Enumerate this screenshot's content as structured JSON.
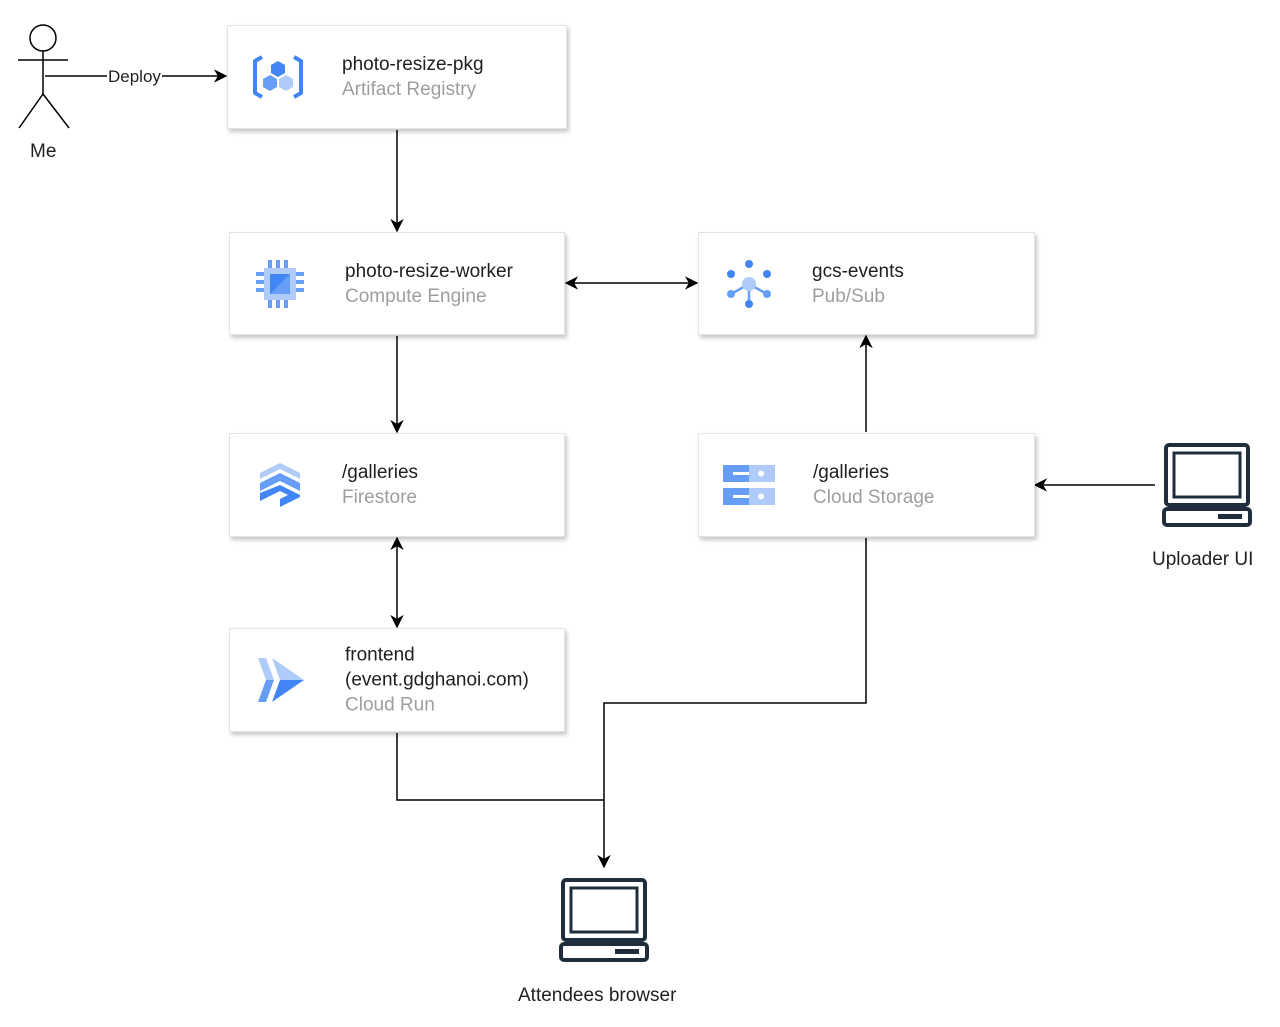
{
  "nodes": {
    "artifact": {
      "name": "photo-resize-pkg",
      "service": "Artifact Registry",
      "icon": "artifact-registry-icon"
    },
    "compute": {
      "name": "photo-resize-worker",
      "service": "Compute Engine",
      "icon": "compute-engine-icon"
    },
    "pubsub": {
      "name": "gcs-events",
      "service": "Pub/Sub",
      "icon": "pubsub-icon"
    },
    "firestore": {
      "name": "/galleries",
      "service": "Firestore",
      "icon": "firestore-icon"
    },
    "storage": {
      "name": "/galleries",
      "service": "Cloud Storage",
      "icon": "cloud-storage-icon"
    },
    "cloudrun": {
      "name_line1": "frontend",
      "name_line2": "(event.gdghanoi.com)",
      "service": "Cloud Run",
      "icon": "cloud-run-icon"
    }
  },
  "actors": {
    "me": "Me",
    "uploader": "Uploader UI",
    "attendees": "Attendees browser"
  },
  "edges": {
    "deploy_label": "Deploy"
  },
  "colors": {
    "gcp_blue": "#4285f4",
    "gcp_light_blue": "#aecbfa",
    "terminal": "#1f2d3d",
    "line": "#000000"
  }
}
